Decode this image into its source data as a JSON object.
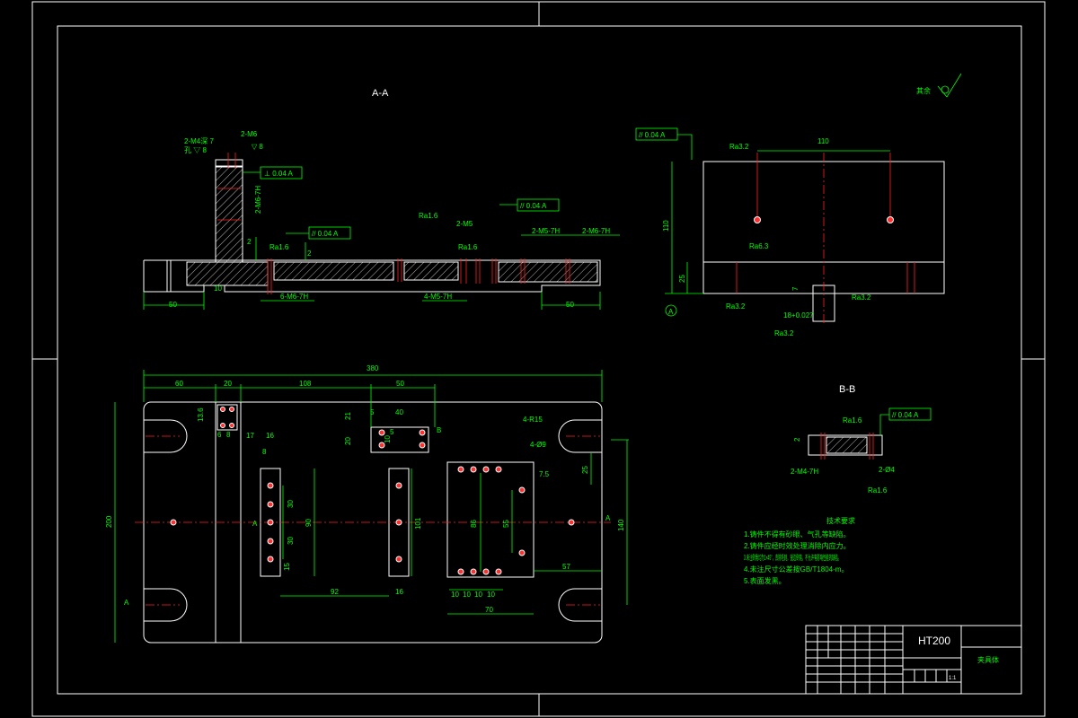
{
  "views": {
    "section_aa": "A-A",
    "section_bb": "B-B",
    "datum_a": "A",
    "roughness_rest": "其余"
  },
  "aa_labels": {
    "thread_2_m4": "2-M4深 7",
    "thread_2_m4_sub": "孔 ▽ 8",
    "thread_2_m6_top": "2-M6",
    "thread_2_m6_top_sub": "▽ 8",
    "thread_2_m6_side": "2-M6-7H",
    "perp": "⊥ 0.04 A",
    "par1": "// 0.04 A",
    "par2": "// 0.04 A",
    "ra16_a": "Ra1.6",
    "ra16_b": "Ra1.6",
    "ra16_c": "Ra1.6",
    "thread_2_m5": "2-M5",
    "thread_2_m5_7h": "2-M5-7H",
    "thread_2_m6_7h": "2-M6-7H",
    "thread_6_m6": "6-M6-7H",
    "thread_4_m5": "4-M5-7H",
    "dim_2a": "2",
    "dim_2b": "2",
    "dim_10": "10",
    "dim_50_left": "50",
    "dim_50_right": "50"
  },
  "side_labels": {
    "par": "// 0.04 A",
    "ra32_top": "Ra3.2",
    "ra63": "Ra6.3",
    "ra32_a": "Ra3.2",
    "ra32_b": "Ra3.2",
    "ra32_c": "Ra3.2",
    "dim_110w": "110",
    "dim_110h": "110",
    "dim_25": "25",
    "dim_7": "7",
    "dim_18": "18+0.027",
    "datum": "A"
  },
  "plan_labels": {
    "dim_380": "380",
    "dim_60": "60",
    "dim_20": "20",
    "dim_108": "108",
    "dim_50": "50",
    "dim_13_6": "13.6",
    "dim_6": "6",
    "dim_8": "8",
    "dim_21": "21",
    "dim_5": "5",
    "dim_40": "40",
    "dim_20b": "20",
    "dim_10": "10",
    "dim_5b": "5",
    "dim_16": "16",
    "dim_17": "17",
    "dim_8b": "8",
    "dim_30a": "30",
    "dim_30b": "30",
    "dim_90": "90",
    "dim_15": "15",
    "dim_92": "92",
    "dim_16b": "16",
    "dim_101": "101",
    "dim_86": "86",
    "dim_55": "55",
    "dim_7_5": "7.5",
    "dim_25": "25",
    "dim_140": "140",
    "dim_57": "57",
    "dim_200": "200",
    "dim_10s": [
      "10",
      "10",
      "10",
      "10"
    ],
    "dim_70": "70",
    "r15": "4-R15",
    "phi9": "4-Ø9",
    "cut_a": "A",
    "cut_b": "B"
  },
  "bb_labels": {
    "ra16": "Ra1.6",
    "par": "// 0.04 A",
    "dim_2": "2",
    "thread_2_m4": "2-M4-7H",
    "thread_2_phi": "2-Ø4",
    "ra16_b": "Ra1.6"
  },
  "notes": {
    "title": "技术要求",
    "items": [
      "1.铸件不得有砂眼、气孔等缺陷。",
      "2.铸件应经时效处理消除内应力。",
      "3.未注倒角均为1×45°，去除毛刺，锐边倒钝，不允许有影响性能的缺陷。",
      "4.未注尺寸公差按GB/T1804-m。",
      "5.表面发黑。"
    ]
  },
  "title_block": {
    "material": "HT200",
    "part_name": "夹具体",
    "scale": "1:1"
  }
}
